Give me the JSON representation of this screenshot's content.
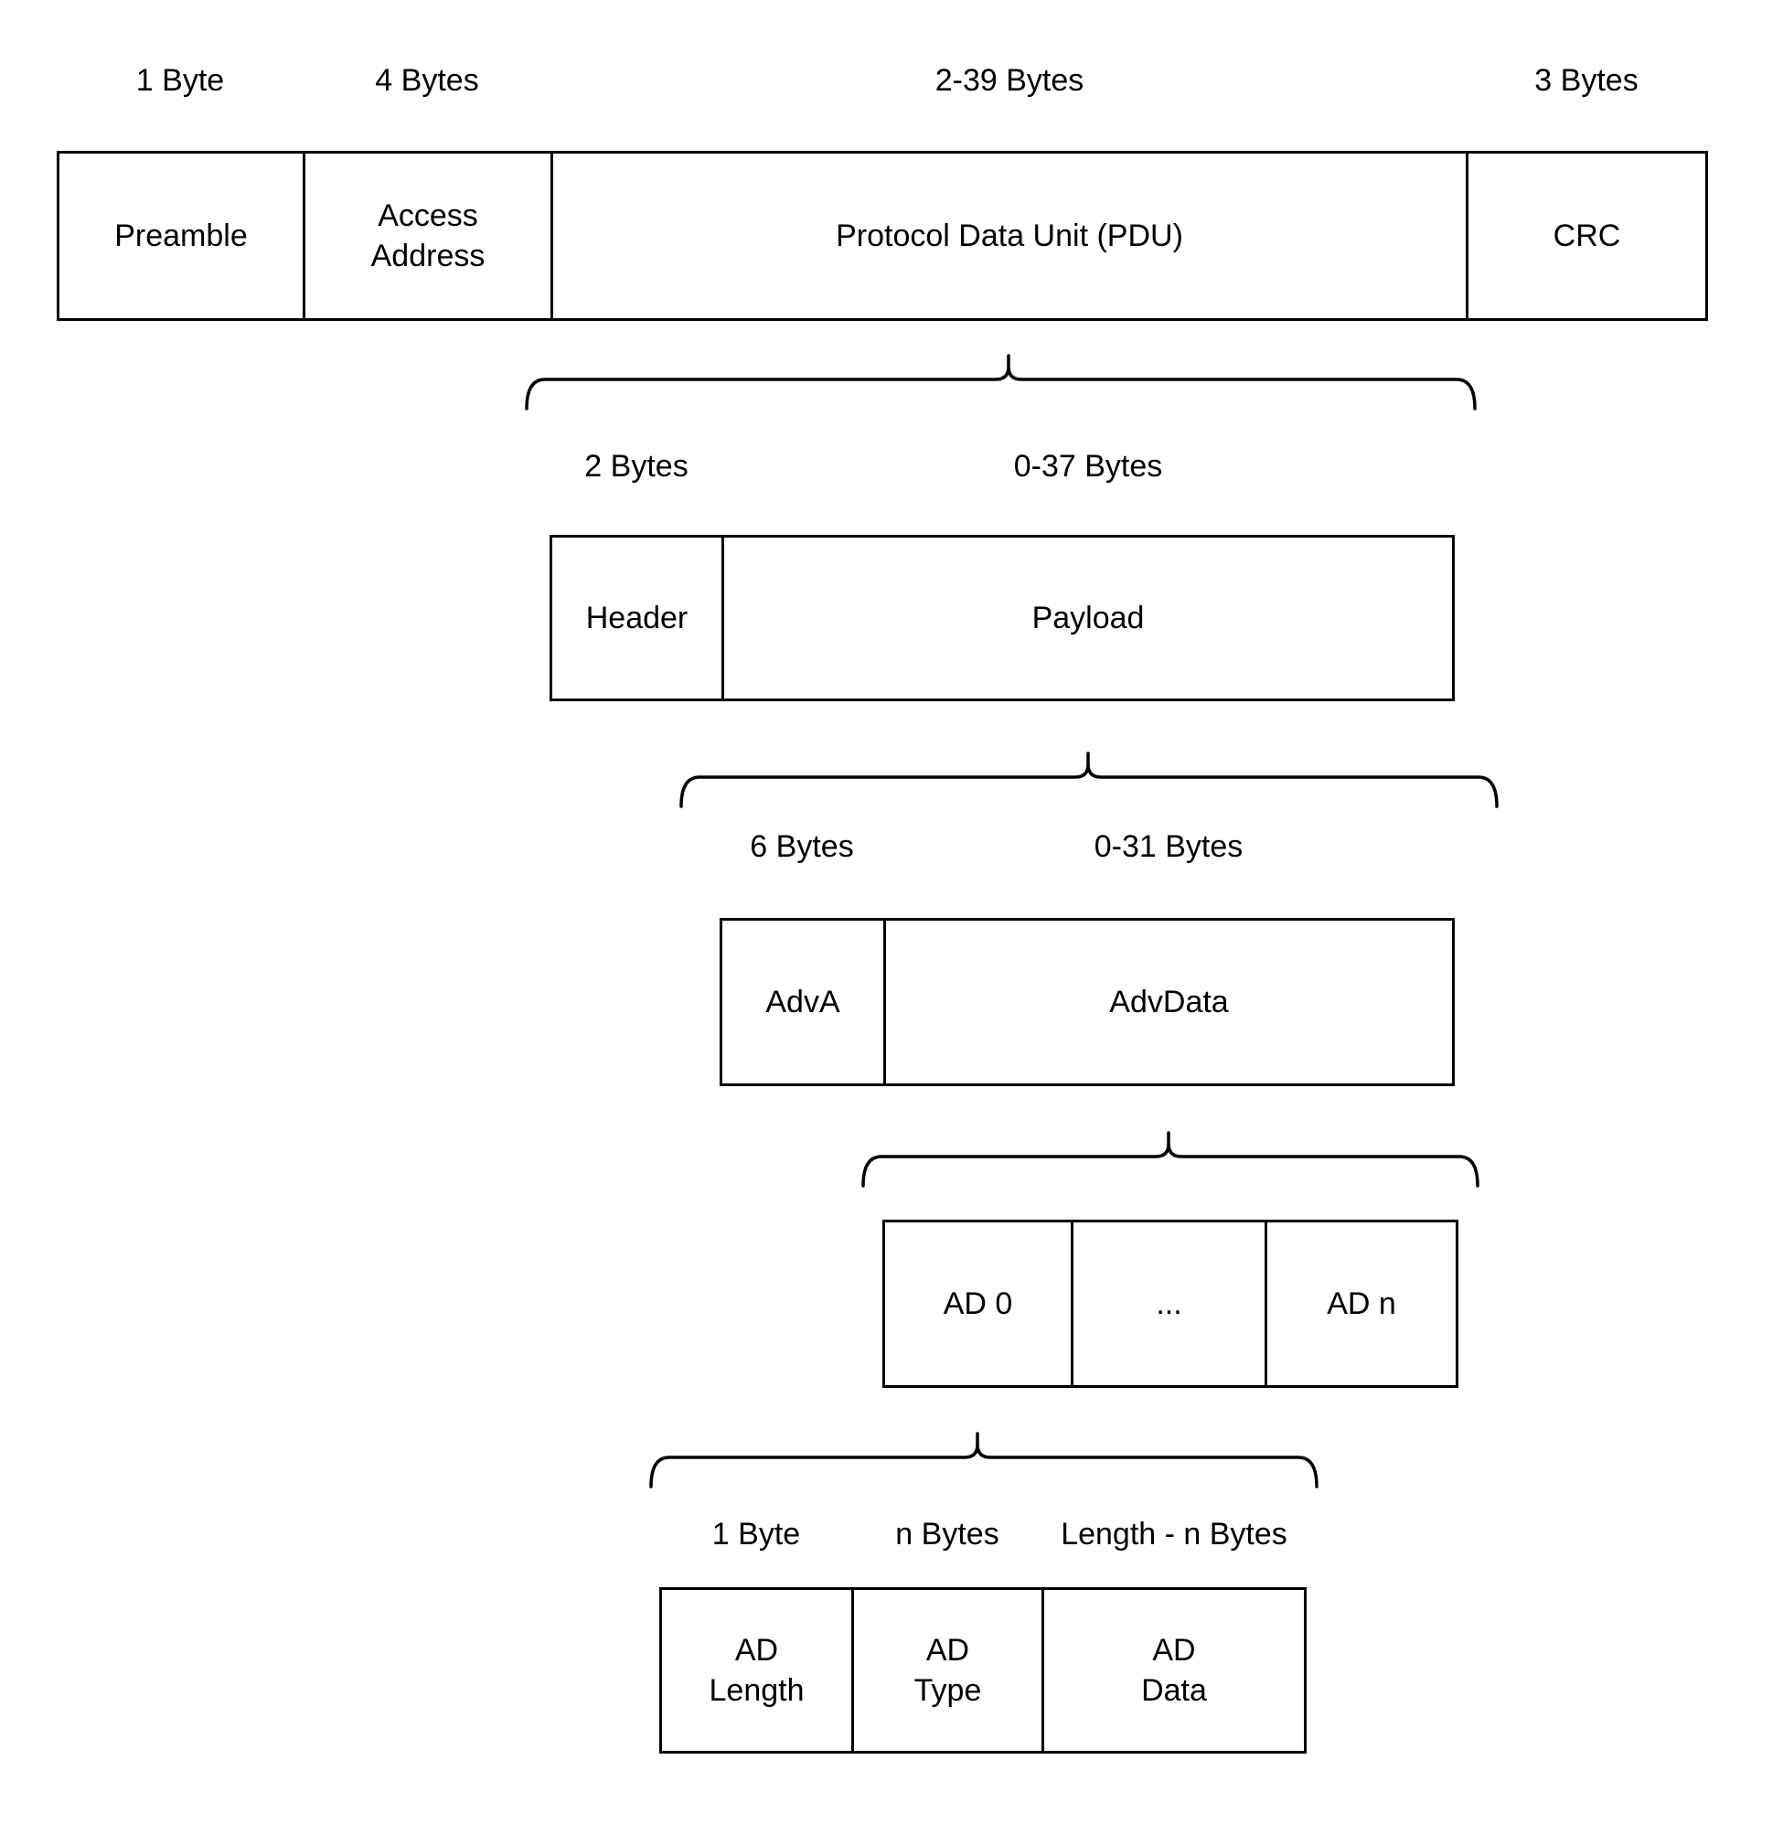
{
  "diagram": {
    "background_color": "#ffffff",
    "line_color": "#000000",
    "text_color": "#000000",
    "rows": [
      {
        "name": "link-layer-packet",
        "fields": [
          {
            "label": "Preamble",
            "size": "1 Byte"
          },
          {
            "label": "Access\nAddress",
            "size": "4 Bytes"
          },
          {
            "label": "Protocol Data Unit (PDU)",
            "size": "2-39 Bytes"
          },
          {
            "label": "CRC",
            "size": "3 Bytes"
          }
        ]
      },
      {
        "name": "pdu-structure",
        "fields": [
          {
            "label": "Header",
            "size": "2 Bytes"
          },
          {
            "label": "Payload",
            "size": "0-37 Bytes"
          }
        ]
      },
      {
        "name": "payload-structure",
        "fields": [
          {
            "label": "AdvA",
            "size": "6 Bytes"
          },
          {
            "label": "AdvData",
            "size": "0-31 Bytes"
          }
        ]
      },
      {
        "name": "advdata-structure",
        "fields": [
          {
            "label": "AD 0"
          },
          {
            "label": "..."
          },
          {
            "label": "AD n"
          }
        ]
      },
      {
        "name": "ad-structure",
        "fields": [
          {
            "label": "AD\nLength",
            "size": "1 Byte"
          },
          {
            "label": "AD\nType",
            "size": "n Bytes"
          },
          {
            "label": "AD\nData",
            "size": "Length - n Bytes"
          }
        ]
      }
    ]
  }
}
